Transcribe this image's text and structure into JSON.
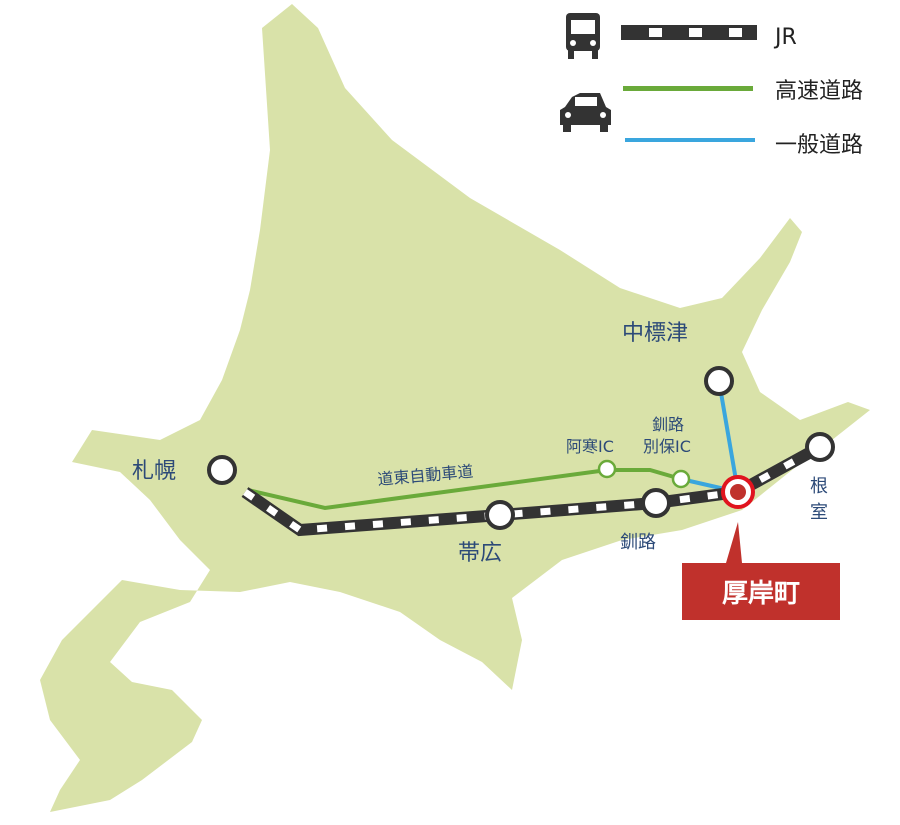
{
  "legend": {
    "jr_label": "JR",
    "expressway_label": "高速道路",
    "general_road_label": "一般道路",
    "bus_icon": "bus-icon",
    "car_icon": "car-icon"
  },
  "colors": {
    "land": "#d9e2a9",
    "jr": "#333333",
    "expressway": "#6aaa3a",
    "general_road": "#3aa6de",
    "highlight": "#c0312c",
    "label": "#2c4a78"
  },
  "places": {
    "sapporo": "札幌",
    "obihiro": "帯広",
    "kushiro": "釧路",
    "nemuro": "根室",
    "nakashibetsu": "中標津",
    "akan_ic": "阿寒IC",
    "kushiro_betsuho_ic_line1": "釧路",
    "kushiro_betsuho_ic_line2": "別保IC",
    "expressway_name": "道東自動車道",
    "akkeshi": "厚岸町"
  }
}
